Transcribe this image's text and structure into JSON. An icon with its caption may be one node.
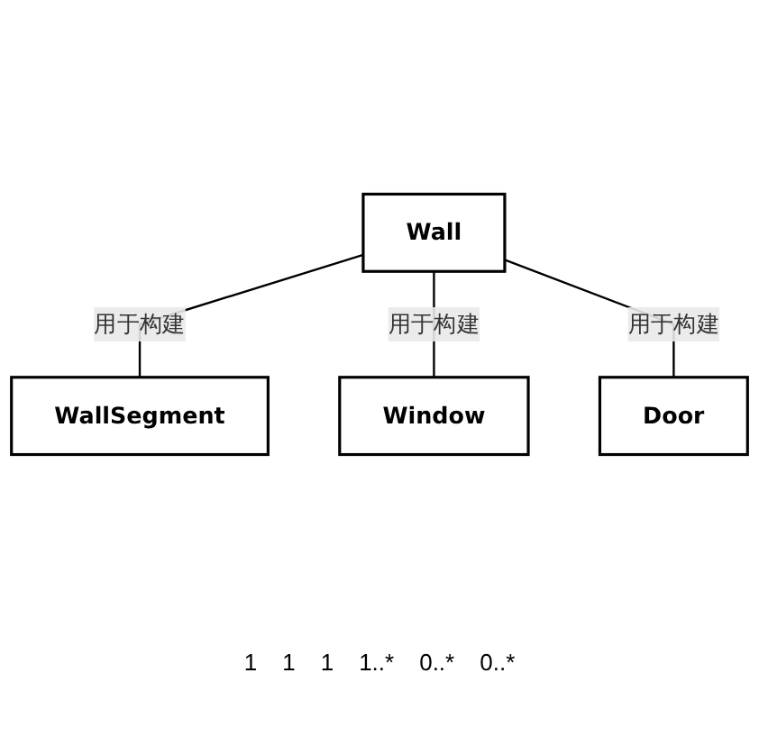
{
  "diagram": {
    "nodes": [
      {
        "text": [
          "Wall"
        ]
      },
      {
        "text": [
          "WallSegment"
        ]
      },
      {
        "text": [
          "Window"
        ]
      },
      {
        "text": [
          "Door"
        ]
      }
    ],
    "edges": [
      {
        "from": 1,
        "to": 0,
        "arrow": "none",
        "label": "用于构建"
      },
      {
        "from": 2,
        "to": 0,
        "arrow": "none",
        "label": "用于构建"
      },
      {
        "from": 3,
        "to": 0,
        "arrow": "none",
        "label": "用于构建"
      }
    ],
    "labels": [
      "1",
      "1",
      "1",
      "1..*",
      "0..*",
      "0..*"
    ]
  }
}
